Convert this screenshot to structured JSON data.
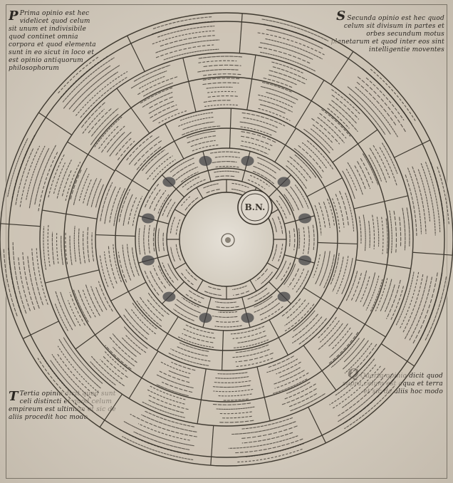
{
  "manuscript": {
    "top_left_text": "Prima opinio est hec videlicet quod celum sit unum et indivisibile quod continet omnia corpora et quod elementa sunt in eo sicut in loco et est opinio antiquorum philosophorum",
    "top_right_text": "Secunda opinio est hec quod celum sit divisum in partes et orbes secundum motus planetarum et quod inter eos sint intelligentie moventes",
    "bottom_left_text": "Tertia opinio dicit quod sunt celi distincti et quod celum empireum est ultimum et sic de aliis procedit hoc modo",
    "bottom_right_text": "Quarta opinio dicit quod supra celum est aqua et terra et sic de aliis hoc modo",
    "stamp_text": "B.N."
  },
  "colors": {
    "paper": "#d8d0c3",
    "ink": "#2b2722",
    "dark_spot": "#3a3a3e"
  },
  "icons": {
    "center": "sun-icon",
    "stamp": "library-stamp-icon"
  }
}
